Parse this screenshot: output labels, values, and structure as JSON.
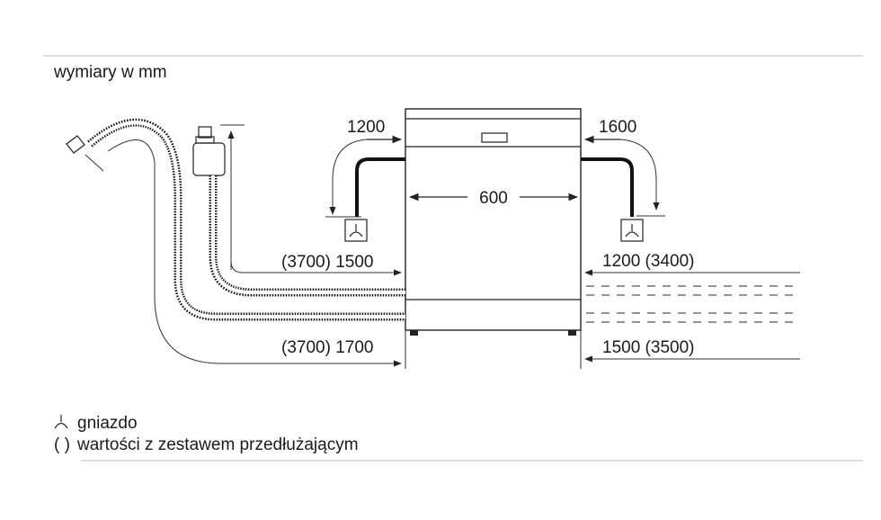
{
  "units_note": "wymiary w mm",
  "dimensions": {
    "top_left": "1200",
    "top_right": "1600",
    "width": "600",
    "left_mid": "(3700) 1500",
    "left_bottom": "(3700) 1700",
    "right_mid": "1200 (3400)",
    "right_bottom": "1500 (3500)"
  },
  "legend": {
    "socket_label": "gniazdo",
    "paren_symbol": "( )",
    "paren_label": "wartości z zestawem przedłużającym"
  },
  "icons": {
    "socket": "socket-icon",
    "hose": "hose-icon",
    "dishwasher": "dishwasher-icon"
  }
}
